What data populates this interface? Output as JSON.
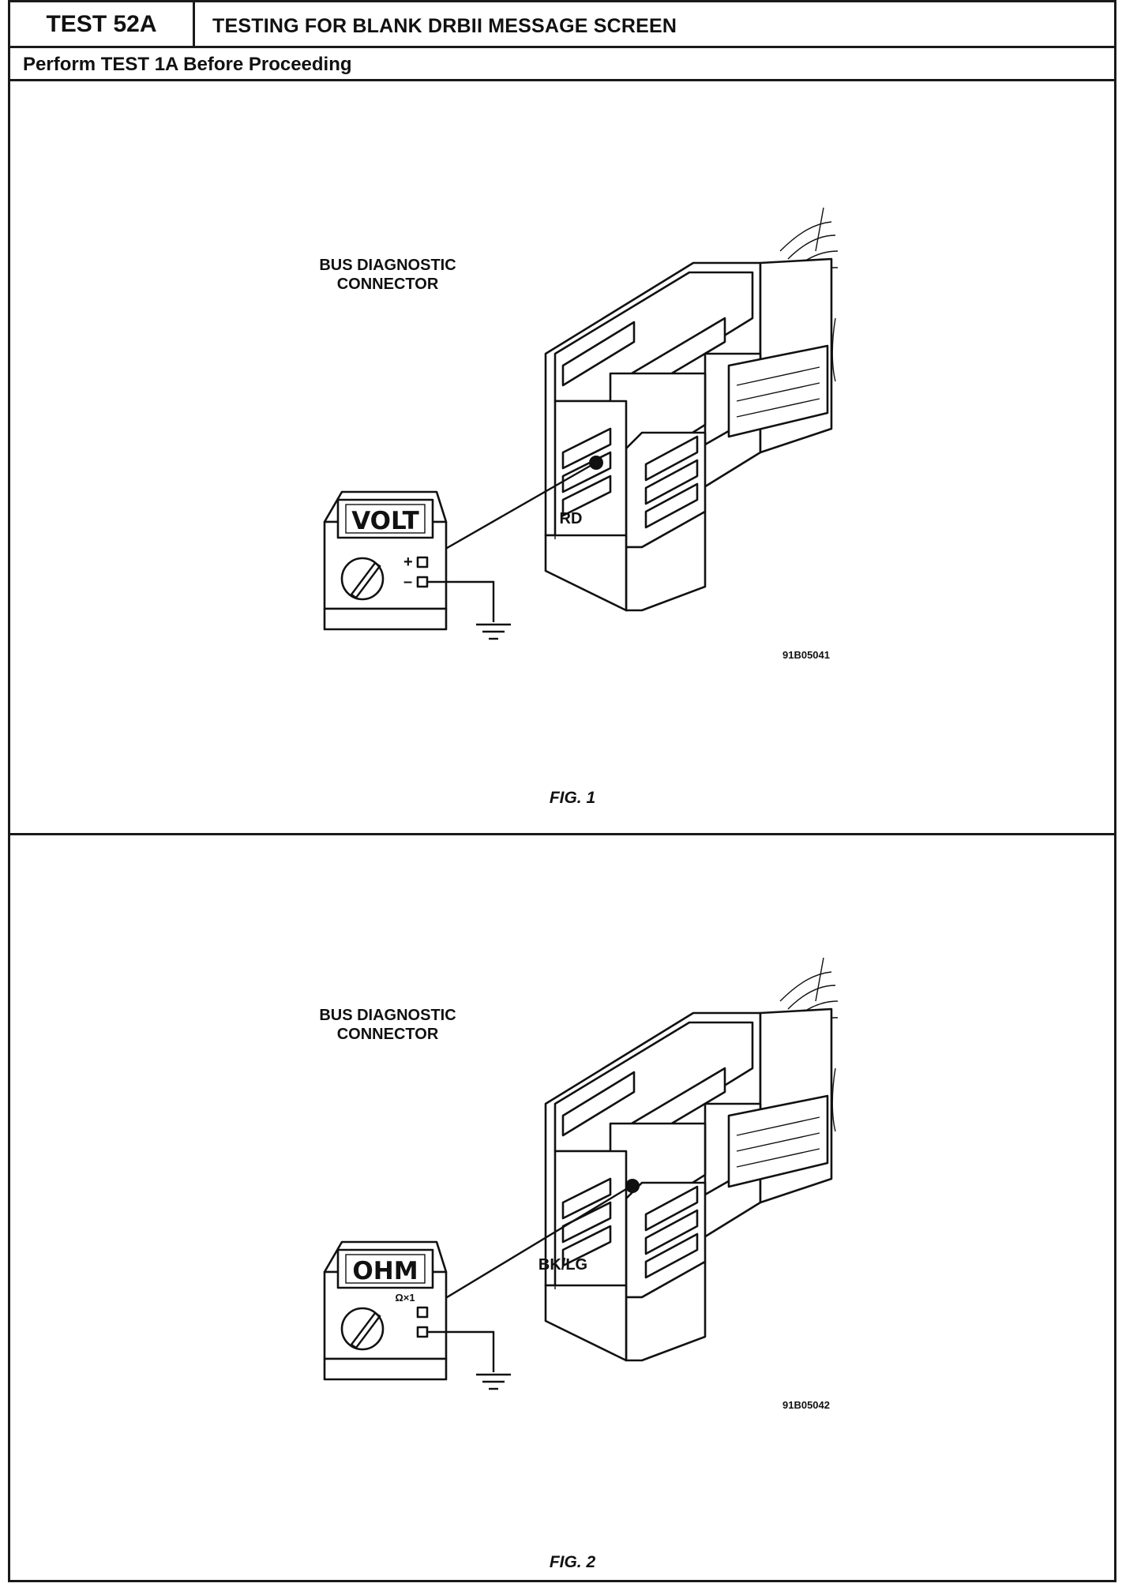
{
  "header": {
    "test_number": "TEST 52A",
    "test_title": "TESTING FOR BLANK DRBII MESSAGE SCREEN",
    "prerequisite": "Perform TEST 1A Before Proceeding"
  },
  "figures": [
    {
      "connector_label_line1": "BUS DIAGNOSTIC",
      "connector_label_line2": "CONNECTOR",
      "meter_display": "VOLT",
      "meter_range": "",
      "terminal_plus": "+",
      "terminal_minus": "–",
      "wire_label": "RD",
      "drawing_code": "91B05041",
      "caption": "FIG. 1"
    },
    {
      "connector_label_line1": "BUS DIAGNOSTIC",
      "connector_label_line2": "CONNECTOR",
      "meter_display": "OHM",
      "meter_range": "Ω×1",
      "terminal_plus": "",
      "terminal_minus": "",
      "wire_label": "BK/LG",
      "drawing_code": "91B05042",
      "caption": "FIG. 2"
    }
  ]
}
